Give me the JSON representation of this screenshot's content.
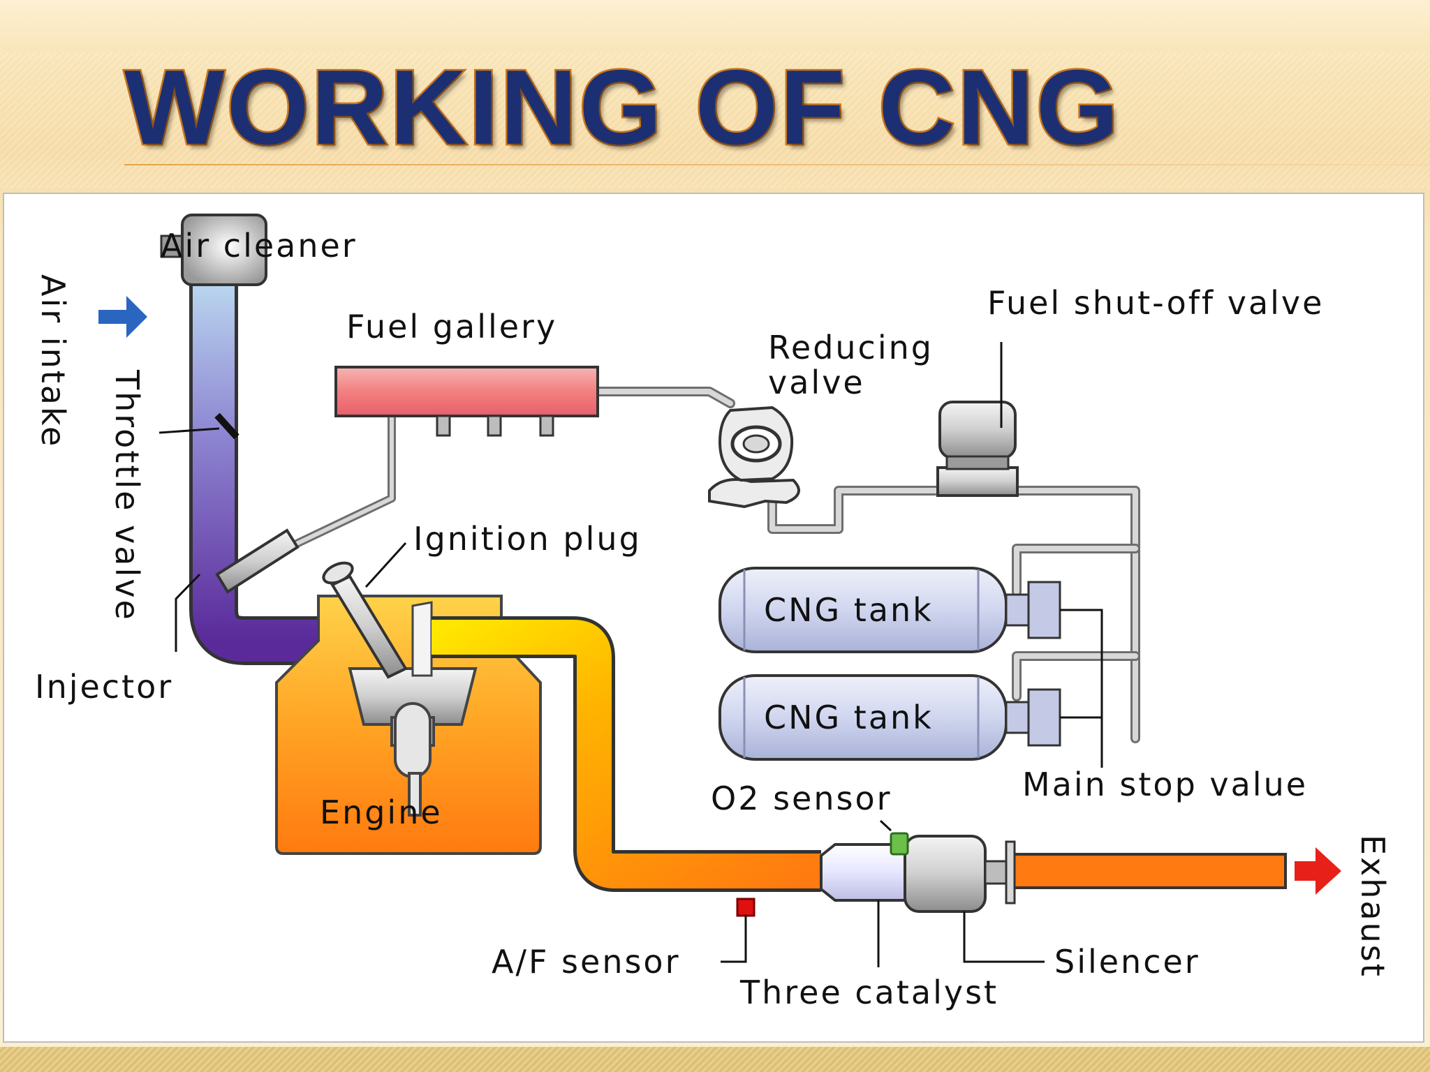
{
  "slide": {
    "title": "WORKING OF CNG"
  },
  "diagram": {
    "labels": {
      "air_cleaner": "Air cleaner",
      "air_intake": "Air intake",
      "throttle_valve": "Throttle valve",
      "injector": "Injector",
      "fuel_gallery": "Fuel gallery",
      "reducing_valve_line1": "Reducing",
      "reducing_valve_line2": "valve",
      "fuel_shutoff_valve": "Fuel shut-off valve",
      "ignition_plug": "Ignition plug",
      "engine": "Engine",
      "cng_tank_1": "CNG tank",
      "cng_tank_2": "CNG tank",
      "main_stop_value": "Main stop value",
      "o2_sensor": "O2 sensor",
      "af_sensor": "A/F sensor",
      "three_catalyst": "Three catalyst",
      "silencer": "Silencer",
      "exhaust": "Exhaust"
    },
    "colors": {
      "title_text": "#1d2f73",
      "title_outline": "#c7761f",
      "intake_pipe_top": "#b9d9ef",
      "intake_pipe_bottom": "#5a2a9a",
      "exhaust_pipe": "#ff8a10",
      "fuel_gallery": "#f28080",
      "engine": "#ff9a1a",
      "cng_tank": "#d5daf0",
      "arrow_air": "#2a66c0",
      "arrow_exhaust": "#e8201a",
      "o2_sensor": "#6cc04a",
      "af_sensor": "#e01010"
    },
    "icons": [
      "air-intake-arrow-icon",
      "exhaust-arrow-icon"
    ]
  }
}
